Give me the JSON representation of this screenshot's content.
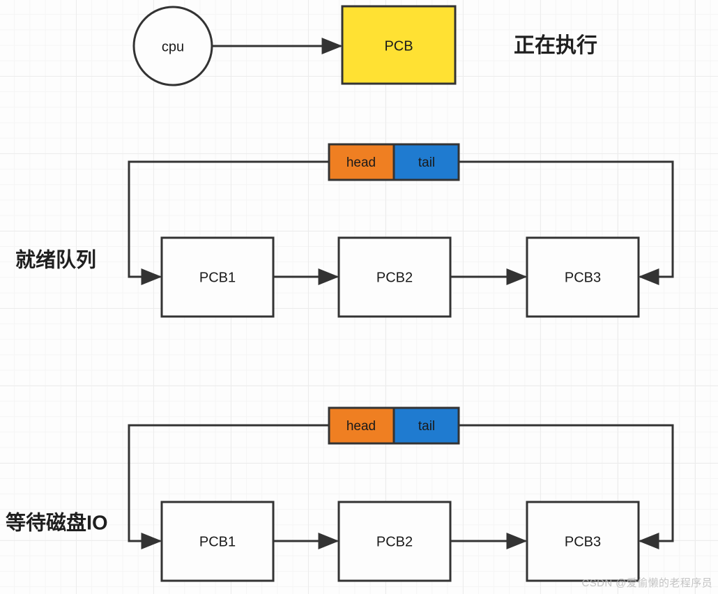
{
  "diagram": {
    "title_running": "正在执行",
    "label_ready_queue": "就绪队列",
    "label_wait_disk_io": "等待磁盘IO",
    "cpu_label": "cpu",
    "pcb_running_label": "PCB",
    "head_label": "head",
    "tail_label": "tail",
    "ready_queue": {
      "head": "head",
      "tail": "tail",
      "nodes": [
        "PCB1",
        "PCB2",
        "PCB3"
      ]
    },
    "wait_queue": {
      "head": "head",
      "tail": "tail",
      "nodes": [
        "PCB1",
        "PCB2",
        "PCB3"
      ]
    },
    "colors": {
      "running_pcb_fill": "#ffe133",
      "head_fill": "#ef7f22",
      "tail_fill": "#1f7bd0",
      "stroke": "#333333",
      "node_fill": "#fdfdfd",
      "grid_line": "#ececec",
      "text": "#1a1a1a"
    }
  },
  "watermark": {
    "text": "CSDN @爱偷懒的老程序员"
  }
}
